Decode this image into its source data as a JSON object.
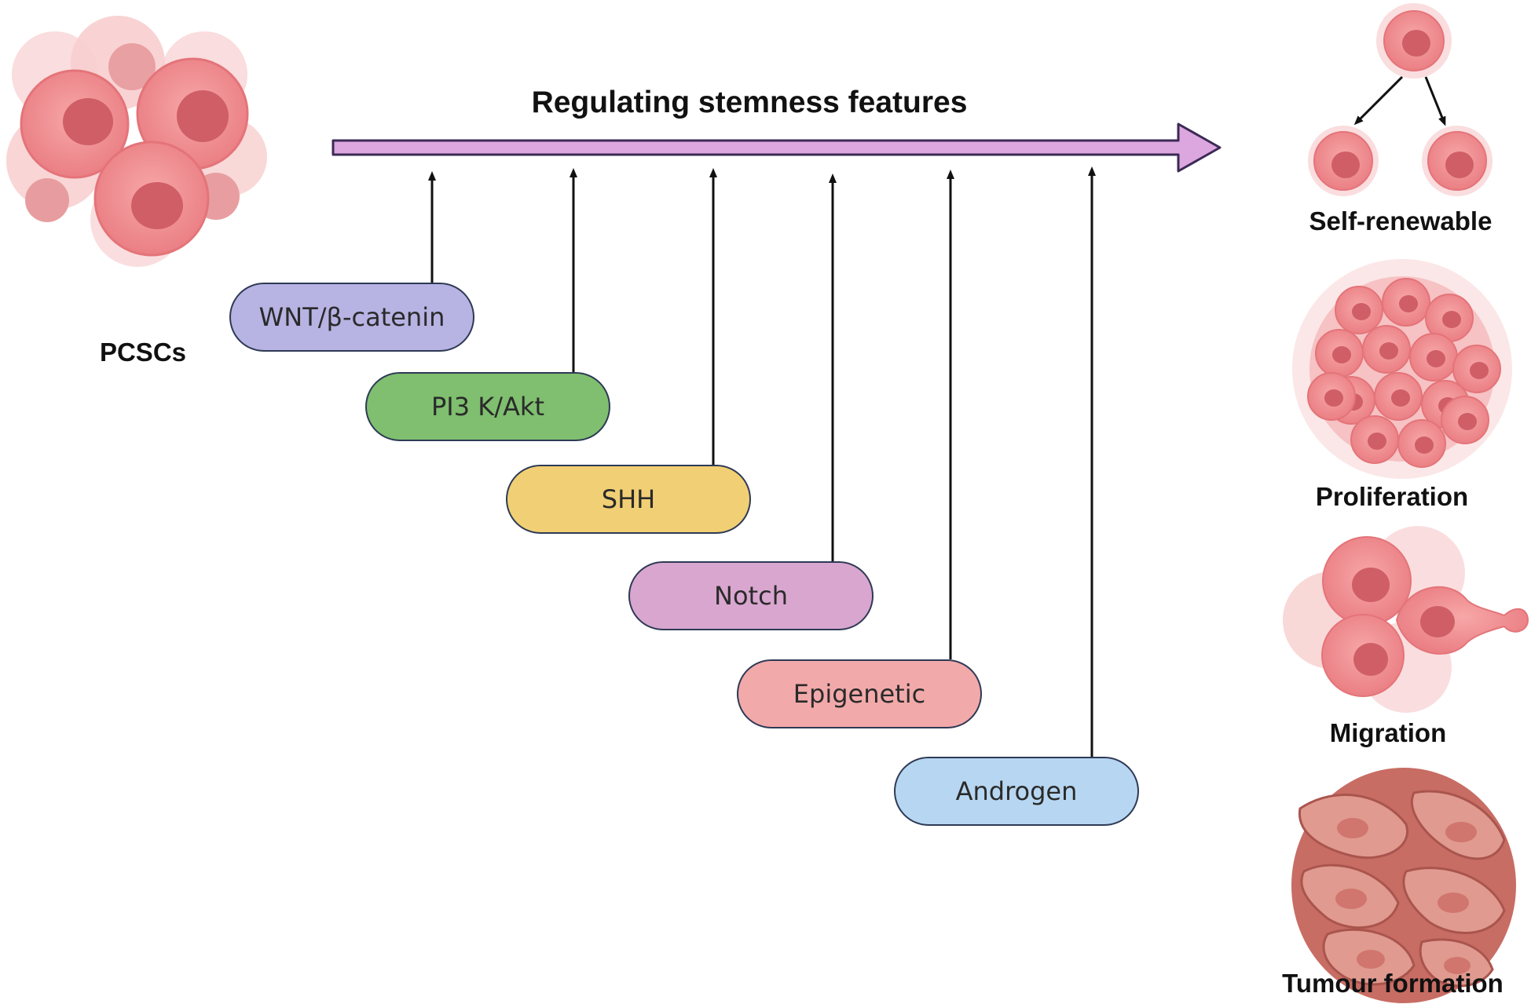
{
  "title": "Regulating stemness features",
  "source": {
    "label": "PCSCs",
    "icon": "cancer-stem-cell-cluster-icon"
  },
  "pathways": [
    {
      "label": "WNT/β-catenin",
      "color": "#b7b3e3"
    },
    {
      "label": "PI3 K/Akt",
      "color": "#7fbf6f"
    },
    {
      "label": "SHH",
      "color": "#f1cf74"
    },
    {
      "label": "Notch",
      "color": "#d9a6cf"
    },
    {
      "label": "Epigenetic",
      "color": "#f2a9aa"
    },
    {
      "label": "Androgen",
      "color": "#b7d6f1"
    }
  ],
  "features": [
    {
      "label": "Self-renewable",
      "icon": "cell-division-icon"
    },
    {
      "label": "Proliferation",
      "icon": "cell-cluster-icon"
    },
    {
      "label": "Migration",
      "icon": "migrating-cell-icon"
    },
    {
      "label": "Tumour formation",
      "icon": "tumour-mass-icon"
    }
  ],
  "colors": {
    "arrow_fill": "#dca6df",
    "arrow_stroke": "#3c2a55",
    "cell": "#f0888c",
    "nucleus": "#cf5e66",
    "tumour": "#d9837a"
  }
}
